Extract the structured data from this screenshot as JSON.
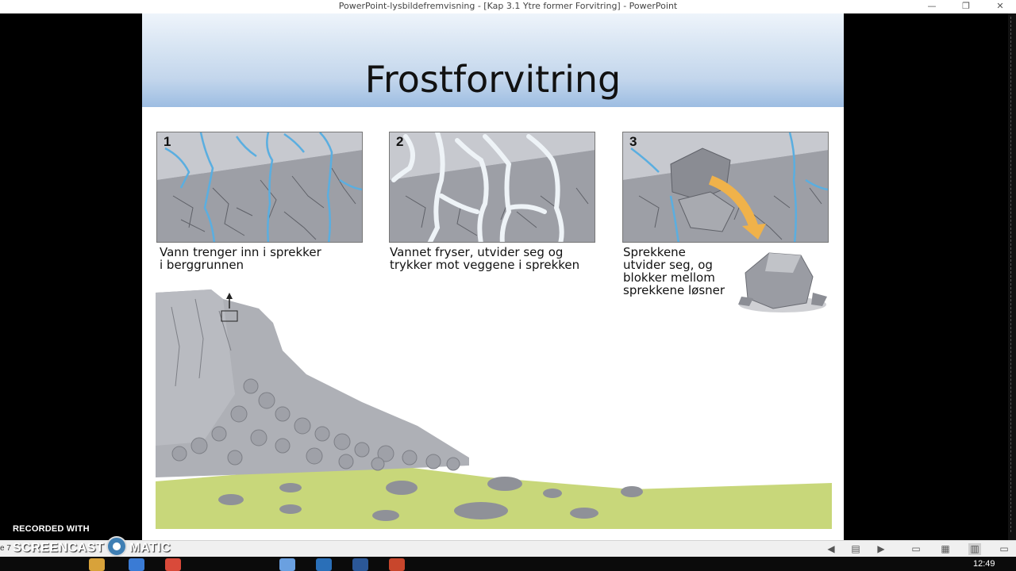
{
  "window": {
    "title": "PowerPoint-lysbildefremvisning - [Kap 3.1 Ytre former Forvitring] - PowerPoint",
    "controls": {
      "minimize": "—",
      "restore": "❐",
      "close": "✕"
    }
  },
  "slide": {
    "title": "Frostforvitring",
    "panels": [
      {
        "number": "1",
        "caption": "Vann trenger inn i sprekker\ni berggrunnen"
      },
      {
        "number": "2",
        "caption": "Vannet fryser, utvider seg og\ntrykker mot veggene i sprekken"
      },
      {
        "number": "3",
        "caption": "Sprekkene\nutvider seg, og\nblokker mellom\nsprekkene løsner"
      }
    ]
  },
  "watermark": {
    "recorded_with": "RECORDED WITH",
    "brand_left": "SCREENCAST",
    "brand_right": "MATIC"
  },
  "statusbar": {
    "left_text": "e 7"
  },
  "taskbar": {
    "clock": "12:49"
  },
  "colors": {
    "water": "#5aaee0",
    "ice": "#eef3f7",
    "rock": "#9d9fa6",
    "grass": "#c8d77a",
    "arrow": "#f0b24a",
    "header_gradient_bottom": "#9dbde2"
  }
}
